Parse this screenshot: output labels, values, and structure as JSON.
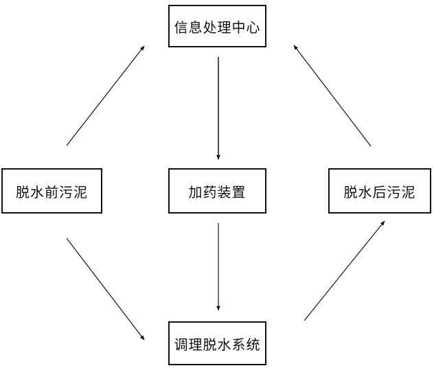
{
  "nodes": {
    "info_center": "信息处理中心",
    "sludge_before": "脱水前污泥",
    "dosing_device": "加药装置",
    "sludge_after": "脱水后污泥",
    "dewater_system": "调理脱水系统"
  },
  "colors": {
    "line": "#111111",
    "background": "#ffffff"
  }
}
